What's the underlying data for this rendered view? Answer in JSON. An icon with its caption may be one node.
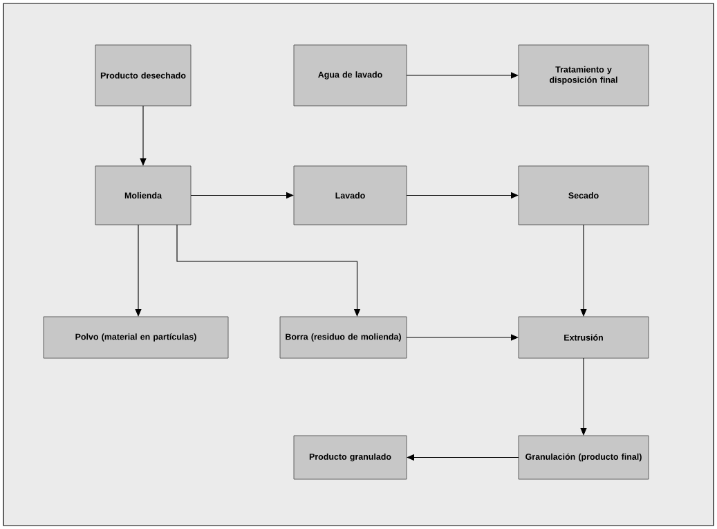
{
  "diagram": {
    "nodes": [
      {
        "text": [
          "Producto desechado"
        ]
      },
      {
        "text": [
          "Agua de lavado"
        ]
      },
      {
        "text": [
          "Tratamiento y disposición final"
        ]
      },
      {
        "text": [
          "Molienda"
        ]
      },
      {
        "text": [
          "Lavado"
        ]
      },
      {
        "text": [
          "Secado"
        ]
      },
      {
        "text": [
          "Polvo (material en partículas)"
        ]
      },
      {
        "text": [
          "Borra (residuo de molienda)"
        ]
      },
      {
        "text": [
          "Extrusión"
        ]
      },
      {
        "text": [
          "Granulación (producto final)"
        ]
      },
      {
        "text": [
          "Producto granulado"
        ]
      }
    ],
    "edges": [
      {
        "from": 0,
        "to": 3,
        "arrow": "to"
      },
      {
        "from": 1,
        "to": 2,
        "arrow": "to"
      },
      {
        "from": 3,
        "to": 4,
        "arrow": "to"
      },
      {
        "from": 4,
        "to": 5,
        "arrow": "to"
      },
      {
        "from": 3,
        "to": 6,
        "arrow": "to"
      },
      {
        "from": 3,
        "to": 7,
        "arrow": "to"
      },
      {
        "from": 5,
        "to": 8,
        "arrow": "to"
      },
      {
        "from": 7,
        "to": 8,
        "arrow": "to"
      },
      {
        "from": 8,
        "to": 9,
        "arrow": "to"
      },
      {
        "from": 9,
        "to": 10,
        "arrow": "to"
      }
    ]
  }
}
